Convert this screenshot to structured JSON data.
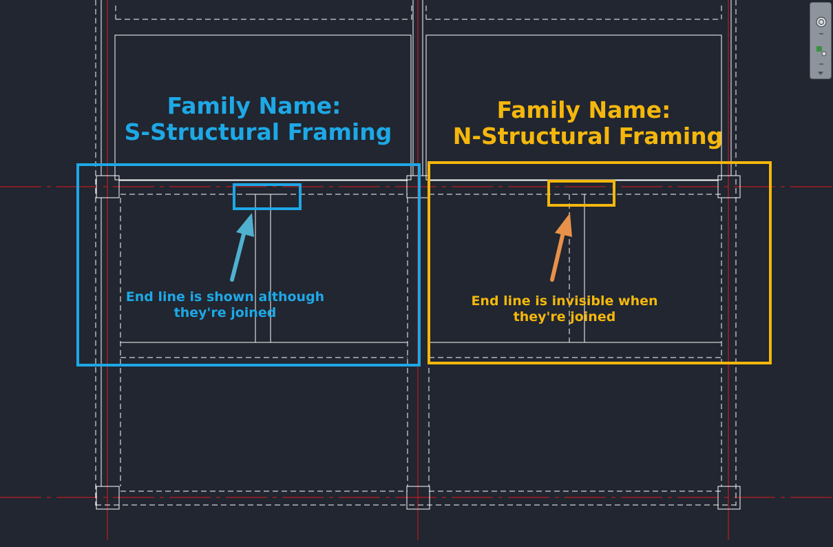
{
  "colors": {
    "background": "#212630",
    "grid_line": "#e01b1b",
    "framing": "#ffffff",
    "s_family": "#1ea8e6",
    "n_family": "#f5b70d",
    "s_arrow": "#4fb0cf",
    "n_arrow": "#e8914a"
  },
  "annotations": {
    "s_family": {
      "title_line1": "Family Name:",
      "title_line2": "S-Structural Framing",
      "note_line1": "End line is shown although",
      "note_line2": "they're  joined"
    },
    "n_family": {
      "title_line1": "Family Name:",
      "title_line2": "N-Structural Framing",
      "note_line1": "End line is invisible when",
      "note_line2": "they're joined"
    }
  },
  "navigation_bar": {
    "icons": [
      "steering-wheel-icon",
      "pan-icon"
    ]
  }
}
